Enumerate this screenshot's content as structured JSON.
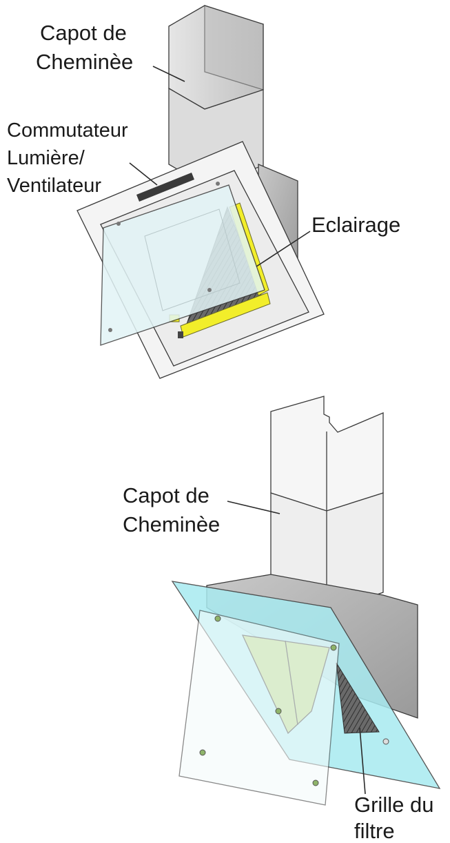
{
  "figure_top": {
    "labels": {
      "chimney_hood": [
        "Capot de",
        "Cheminèe"
      ],
      "switch": [
        "Commutateur",
        "Lumière/",
        "Ventilateur"
      ],
      "lighting": "Eclairage"
    }
  },
  "figure_bottom": {
    "labels": {
      "chimney_hood": [
        "Capot de",
        "Cheminèe"
      ],
      "filter_grille": [
        "Grille du",
        "filtre"
      ]
    }
  },
  "colors": {
    "lamp_yellow": "#f2ee2a",
    "glass_cyan": "#a8eaf0",
    "filter_green": "#b6d98c",
    "chimney_grey": "#c8c8c8"
  }
}
